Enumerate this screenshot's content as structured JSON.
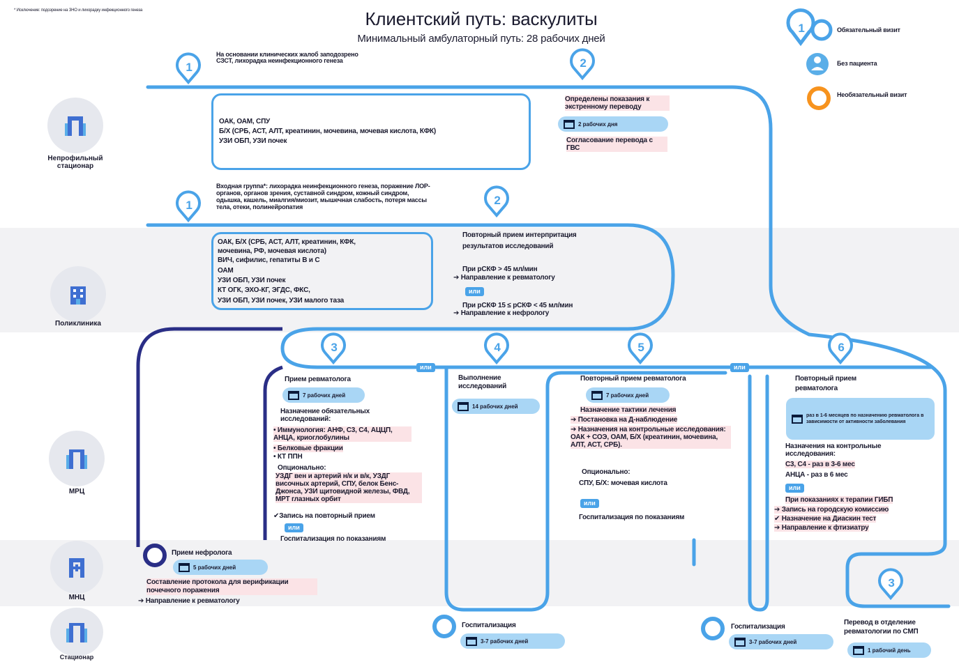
{
  "footnote": "* Исключение: подозрение на ЗНО и лихорадку инфекционного генеза",
  "title": "Клиентский путь: васкулиты",
  "subtitle": "Минимальный амбулаторный путь: 28 рабочих дней",
  "legend": {
    "mandatory": "Обязательный визит",
    "no_patient": "Без пациента",
    "optional": "Необязательный визит",
    "mandatory_num": "1"
  },
  "lanes": {
    "nonprofile": "Непрофильный стационар",
    "polyclinic": "Поликлиника",
    "mrc": "МРЦ",
    "mnc": "МНЦ",
    "hospital": "Стационар"
  },
  "colors": {
    "line": "#4aa3e8",
    "dark_line": "#2a2e86",
    "optional": "#f7931e",
    "highlight": "#fbe3e6",
    "pill": "#a9d6f5"
  },
  "nonprofile": {
    "step1_num": "1",
    "step1_text": "На основании клинических жалоб заподозрено СЗСТ, лихорадка неинфекционного генеза",
    "box_l1": "ОАК, ОАМ, СПУ",
    "box_l2": "Б/Х (СРБ, АСТ, АЛТ, креатинин, мочевина, мочевая кислота, КФК)",
    "box_l3": "УЗИ ОБП, УЗИ почек",
    "step2_num": "2",
    "step2_text": "Определены показания к экстренному переводу",
    "step2_pill": "2 рабочих дня",
    "step2_note": "Согласование перевода с ГВС"
  },
  "polyclinic": {
    "step1_num": "1",
    "step1_text": "Входная группа*: лихорадка неинфекционного генеза, поражение ЛОР-органов, органов зрения, суставной синдром, кожный синдром, одышка, кашель, миалгия/миозит, мышечная слабость, потеря массы тела, отеки, полинейропатия",
    "box_l1": "ОАК, Б/Х (СРБ, АСТ, АЛТ, креатинин, КФК,",
    "box_l2": "мочевина, РФ, мочевая кислота)",
    "box_l3": "ВИЧ, сифилис, гепатиты В и С",
    "box_l4": "ОАМ",
    "box_l5": "УЗИ ОБП, УЗИ почек",
    "box_l6": "КТ ОГК, ЭХО-КГ, ЭГДС, ФКС,",
    "box_l7": "УЗИ ОБП, УЗИ почек, УЗИ малого таза",
    "step2_num": "2",
    "step2_text": "Повторный прием интерпритация результатов исследований",
    "cond1": "При рСКФ > 45 мл/мин",
    "cond1_arrow": "Направление к ревматологу",
    "ili": "или",
    "cond2": "При рСКФ 15 ≤ рСКФ < 45 мл/мин",
    "cond2_arrow": "Направление к нефрологу"
  },
  "mrc": {
    "ili_a": "или",
    "ili_b": "или",
    "s3_num": "3",
    "s3_title": "Прием ревматолога",
    "s3_pill": "7 рабочих дней",
    "s3_head": "Назначение обязательных исследований:",
    "s3_b1": "Иммунология: АНФ, С3, С4, АЦЦП, АНЦА, криоглобулины",
    "s3_b2": "Белковые фракции",
    "s3_b3": "КТ ППН",
    "s3_opt_head": "Опционально:",
    "s3_opt": "УЗДГ вен и артерий н/к и в/к, УЗДГ височных артерий, СПУ, белок Бенс-Джонса, УЗИ щитовидной железы, ФВД, МРТ глазных орбит",
    "s3_check": "Запись на повторный прием",
    "s3_ili": "или",
    "s3_hosp": "Госпитализация по показаниям",
    "s4_num": "4",
    "s4_title": "Выполнение исследований",
    "s4_pill": "14 рабочих дней",
    "s5_num": "5",
    "s5_title": "Повторный прием ревматолога",
    "s5_pill": "7 рабочих дней",
    "s5_l1": "Назначение тактики лечения",
    "s5_a1": "Постановка на Д-наблюдение",
    "s5_a2": "Назначения на контрольные исследования: ОАК + СОЭ, ОАМ, Б/Х (креатинин, мочевина, АЛТ, АСТ, СРБ).",
    "s5_opt_head": "Опционально:",
    "s5_opt": "СПУ, Б/Х: мочевая кислота",
    "s5_ili": "или",
    "s5_hosp": "Госпитализация по показаниям",
    "s6_num": "6",
    "s6_title": "Повторный прием ревматолога",
    "s6_pill": "раз в 1-6 месяцев по назначению ревматолога в зависимости от активности заболевания",
    "s6_head": "Назначения на контрольные исследования:",
    "s6_l1": "С3, С4 - раз в 3-6 мес",
    "s6_l2": "АНЦА - раз в 6 мес",
    "s6_ili": "или",
    "s6_l3": "При показаниях к терапии ГИБП",
    "s6_a1": "Запись на городскую комиссию",
    "s6_a2": "Назначение на Диаскин тест",
    "s6_a3": "Направление к фтизиатру"
  },
  "mnc": {
    "title": "Прием нефролога",
    "pill": "5 рабочих дней",
    "text": "Составление протокола для верификации почечного поражения",
    "arrow": "Направление к ревматологу"
  },
  "hospital": {
    "h1": "Госпитализация",
    "h1_pill": "3-7 рабочих дней",
    "h2": "Госпитализация",
    "h2_pill": "3-7 рабочих дней",
    "h3_num": "3",
    "h3": "Перевод в отделение ревматологии по СМП",
    "h3_pill": "1 рабочий день"
  }
}
